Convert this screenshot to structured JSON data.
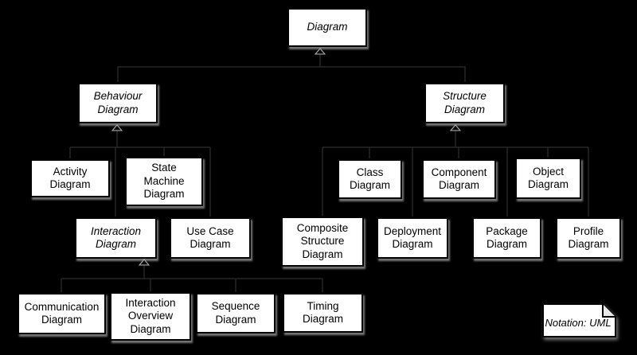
{
  "diagram_type": "uml-class-taxonomy-tree",
  "colors": {
    "background": "#000000",
    "node_fill": "#ffffff",
    "node_border": "#000000",
    "node_shadow": "#8c8c8c",
    "text": "#000000",
    "faint_connector": "#262626",
    "arrowhead_outline": "#b5b5b5"
  },
  "nodes": {
    "diagram": {
      "label": "Diagram",
      "abstract": true
    },
    "behaviour": {
      "label": "Behaviour\nDiagram",
      "abstract": true
    },
    "structure": {
      "label": "Structure\nDiagram",
      "abstract": true
    },
    "activity": {
      "label": "Activity\nDiagram",
      "abstract": false
    },
    "state_machine": {
      "label": "State\nMachine\nDiagram",
      "abstract": false
    },
    "class": {
      "label": "Class\nDiagram",
      "abstract": false
    },
    "component": {
      "label": "Component\nDiagram",
      "abstract": false
    },
    "object": {
      "label": "Object\nDiagram",
      "abstract": false
    },
    "interaction": {
      "label": "Interaction\nDiagram",
      "abstract": true
    },
    "use_case": {
      "label": "Use Case\nDiagram",
      "abstract": false
    },
    "composite_structure": {
      "label": "Composite\nStructure\nDiagram",
      "abstract": false
    },
    "deployment": {
      "label": "Deployment\nDiagram",
      "abstract": false
    },
    "package": {
      "label": "Package\nDiagram",
      "abstract": false
    },
    "profile": {
      "label": "Profile\nDiagram",
      "abstract": false
    },
    "communication": {
      "label": "Communication\nDiagram",
      "abstract": false
    },
    "interaction_overview": {
      "label": "Interaction\nOverview\nDiagram",
      "abstract": false
    },
    "sequence": {
      "label": "Sequence\nDiagram",
      "abstract": false
    },
    "timing": {
      "label": "Timing\nDiagram",
      "abstract": false
    }
  },
  "note": {
    "label": "Notation: UML"
  },
  "hierarchy": {
    "Diagram": [
      "Behaviour Diagram",
      "Structure Diagram"
    ],
    "Behaviour Diagram": [
      "Activity Diagram",
      "State Machine Diagram",
      "Interaction Diagram",
      "Use Case Diagram"
    ],
    "Structure Diagram": [
      "Class Diagram",
      "Component Diagram",
      "Object Diagram",
      "Composite Structure Diagram",
      "Deployment Diagram",
      "Package Diagram",
      "Profile Diagram"
    ],
    "Interaction Diagram": [
      "Communication Diagram",
      "Interaction Overview Diagram",
      "Sequence Diagram",
      "Timing Diagram"
    ]
  },
  "relationship_type": "generalization (hollow triangle arrow pointing to parent)"
}
